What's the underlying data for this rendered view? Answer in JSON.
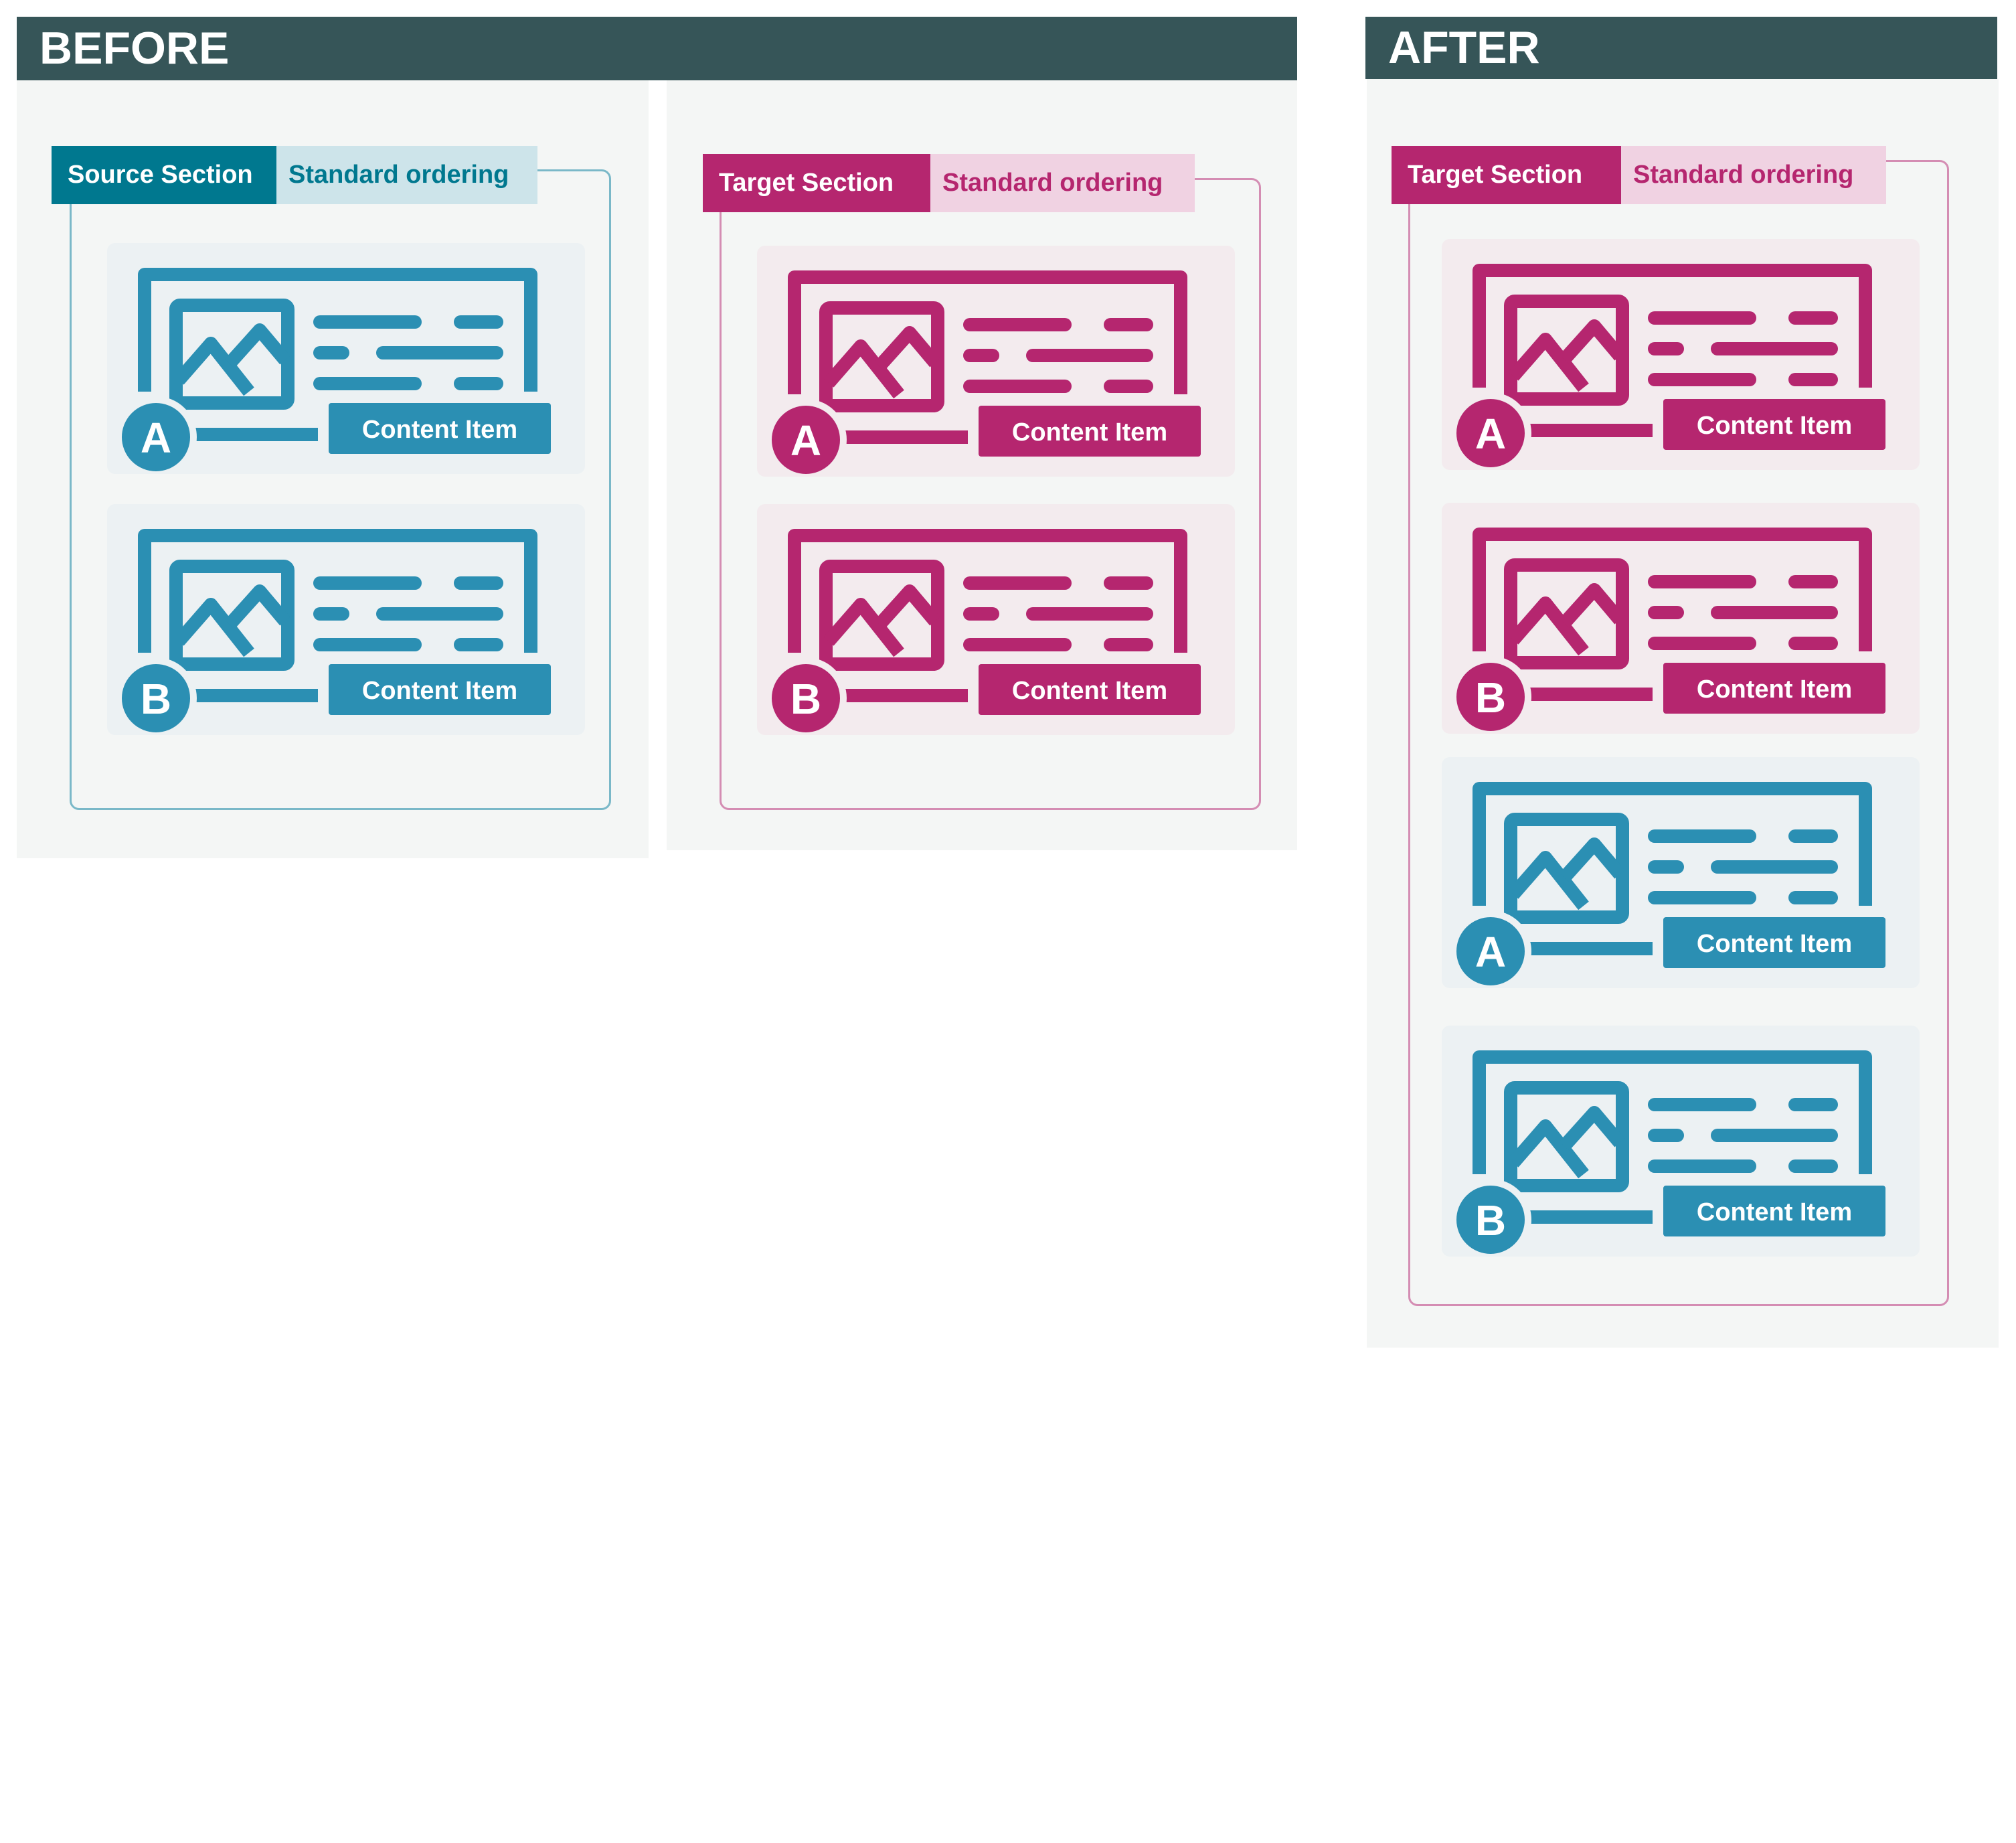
{
  "before": {
    "title": "BEFORE",
    "source": {
      "tab_label": "Source Section",
      "ordering": "Standard ordering",
      "items": [
        {
          "badge": "A",
          "label": "Content Item"
        },
        {
          "badge": "B",
          "label": "Content Item"
        }
      ]
    },
    "target": {
      "tab_label": "Target Section",
      "ordering": "Standard ordering",
      "items": [
        {
          "badge": "A",
          "label": "Content Item"
        },
        {
          "badge": "B",
          "label": "Content Item"
        }
      ]
    }
  },
  "after": {
    "title": "AFTER",
    "target": {
      "tab_label": "Target Section",
      "ordering": "Standard ordering",
      "items": [
        {
          "badge": "A",
          "label": "Content Item",
          "origin": "target"
        },
        {
          "badge": "B",
          "label": "Content Item",
          "origin": "target"
        },
        {
          "badge": "A",
          "label": "Content Item",
          "origin": "source"
        },
        {
          "badge": "B",
          "label": "Content Item",
          "origin": "source"
        }
      ]
    }
  },
  "colors": {
    "header": "#365558",
    "source_accent": "#2b8fb3",
    "source_tab": "#00788f",
    "source_tab_light": "#cde4ea",
    "source_border": "#7ab8c8",
    "source_card_bg": "#ecf1f3",
    "target_accent": "#b5266f",
    "target_tab_light": "#f0d2e2",
    "target_border": "#d48db3",
    "target_card_bg": "#f3ebee",
    "panel_bg": "#f4f6f5"
  }
}
